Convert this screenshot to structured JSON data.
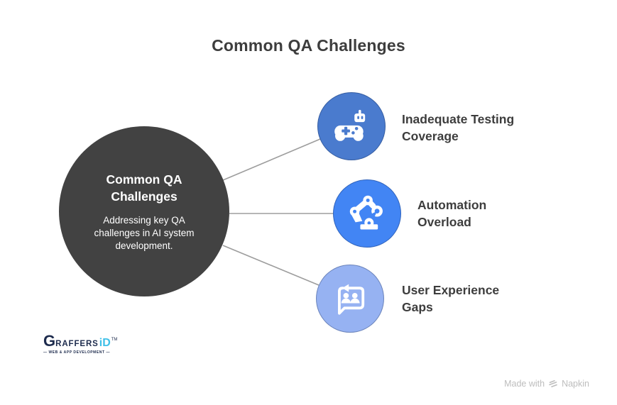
{
  "title": "Common QA Challenges",
  "colors": {
    "center_circle": "#424242",
    "node1": "#4a7bce",
    "node2": "#4285f4",
    "node3": "#96b2f2",
    "connector": "#9d9d9d",
    "heading_text": "#3d3d3d"
  },
  "center": {
    "heading": "Common QA Challenges",
    "description": "Addressing key QA challenges in AI system development."
  },
  "nodes": [
    {
      "label": "Inadequate Testing Coverage",
      "icon": "gamepad-robot-icon",
      "color": "#4a7bce"
    },
    {
      "label": "Automation Overload",
      "icon": "robot-arm-icon",
      "color": "#4285f4"
    },
    {
      "label": "User Experience Gaps",
      "icon": "chat-people-icon",
      "color": "#96b2f2"
    }
  ],
  "footer": {
    "logo": {
      "g": "G",
      "raffers": "RAFFERS",
      "i": "i",
      "d": "D",
      "tm": "TM",
      "tagline": "— WEB & APP DEVELOPMENT —"
    },
    "credit_prefix": "Made with",
    "credit_brand": "Napkin"
  }
}
